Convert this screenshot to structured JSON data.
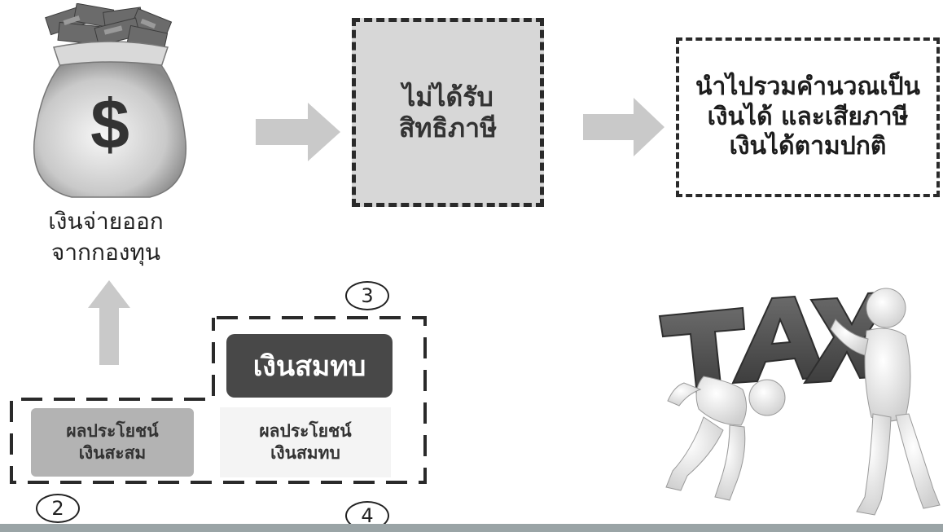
{
  "money_bag": {
    "icon": "money-bag-icon",
    "symbol": "$"
  },
  "caption": "เงินจ่ายออก\nจากกองทุน",
  "not_exempt_box": "ไม่ได้รับ\nสิทธิภาษี",
  "taxable_box": "นำไปรวมคำนวณเป็น\nเงินได้ และเสียภาษี\nเงินได้ตามปกติ",
  "contribution_label": "เงินสมทบ",
  "accumulated_benefit": "ผลประโยชน์\nเงินสะสม",
  "contribution_benefit": "ผลประโยชน์\nเงินสมทบ",
  "numbers": {
    "n2": "2",
    "n3": "3",
    "n4": "4"
  },
  "tax_illustration": {
    "icon": "people-carrying-tax-icon",
    "word": "TAX"
  },
  "colors": {
    "arrow": "#c9c9c9",
    "dark_box": "#484848",
    "gray_box": "#d7d7d7",
    "accumulated": "#b3b3b3"
  }
}
